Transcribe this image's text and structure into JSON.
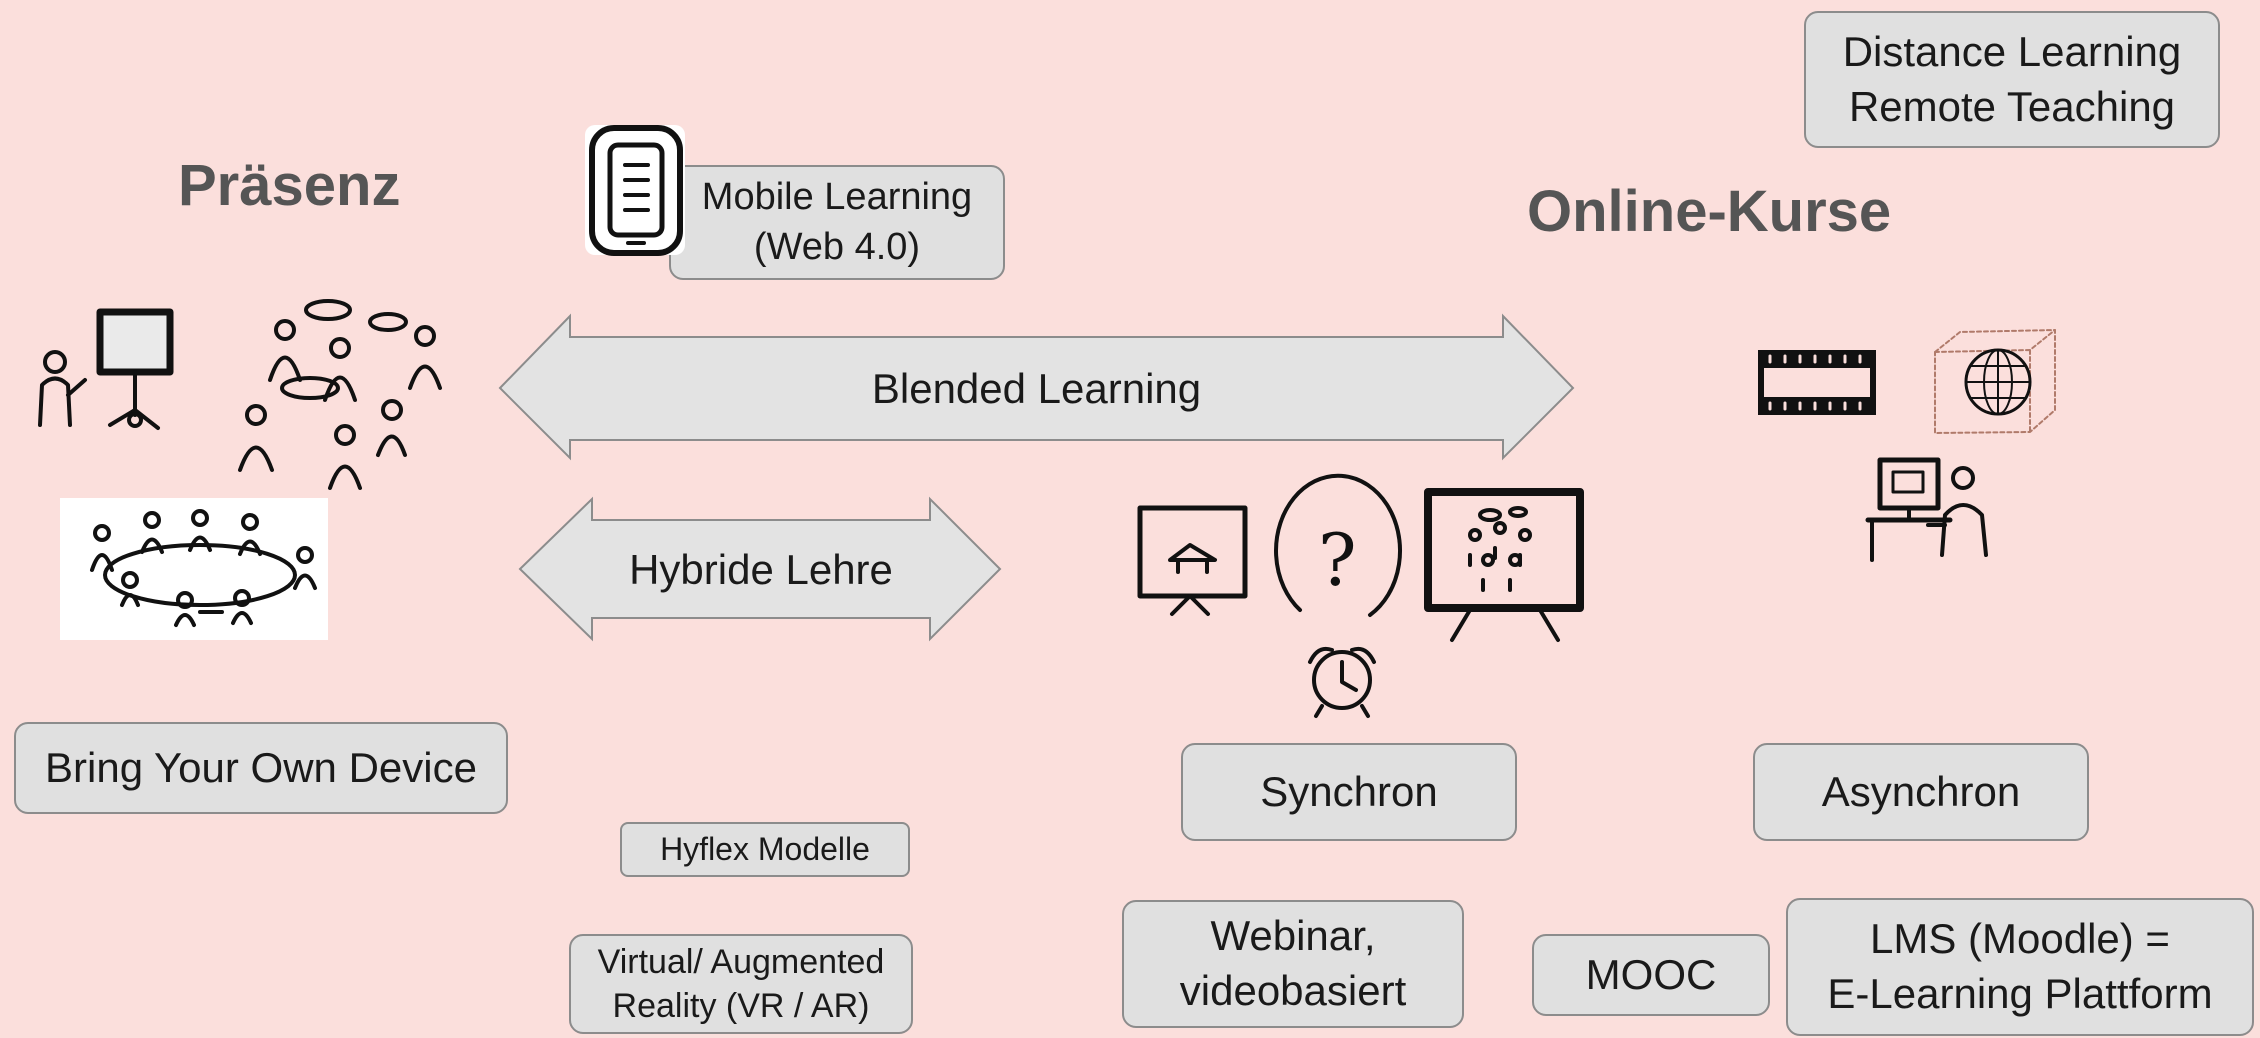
{
  "headings": {
    "left": "Präsenz",
    "right": "Online-Kurse"
  },
  "boxes": {
    "distance_line1": "Distance Learning",
    "distance_line2": "Remote Teaching",
    "mobile_line1": "Mobile Learning",
    "mobile_line2": "(Web 4.0)",
    "byod": "Bring Your Own Device",
    "hyflex": "Hyflex Modelle",
    "vr_line1": "Virtual/ Augmented",
    "vr_line2": "Reality (VR / AR)",
    "synchron": "Synchron",
    "asynchron": "Asynchron",
    "webinar_line1": "Webinar,",
    "webinar_line2": "videobasiert",
    "mooc": "MOOC",
    "lms_line1": "LMS (Moodle) =",
    "lms_line2": "E-Learning Plattform"
  },
  "arrows": {
    "blended": "Blended Learning",
    "hybrid": "Hybride Lehre"
  },
  "icons": {
    "question_mark": "?",
    "list": [
      "phone-icon",
      "presenter-icon",
      "group-discussion-icon",
      "round-table-icon",
      "easel-icon",
      "question-icon",
      "audience-screen-icon",
      "alarm-clock-icon",
      "film-strip-icon",
      "globe-cube-icon",
      "computer-user-icon"
    ]
  },
  "colors": {
    "background": "#fbdfdc",
    "box_fill": "#e0e0e0",
    "box_border": "#8c8c8c",
    "heading": "#555555"
  }
}
